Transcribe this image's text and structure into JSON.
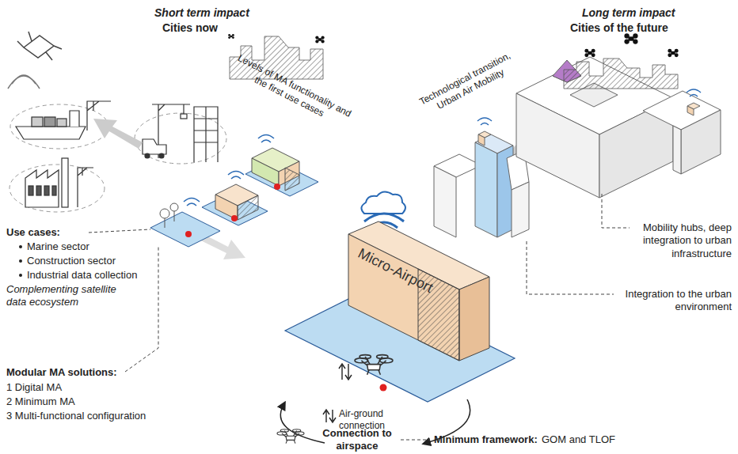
{
  "diagram": {
    "nodes": [
      {
        "text": [
          "Micro-Airport"
        ]
      }
    ],
    "labels": [
      "Short term impact",
      "Cities now",
      "Long term impact",
      "Cities of the future",
      "Levels of MA functionality and the first use cases",
      "Technological transition, Urban Air Mobility",
      "Use cases:",
      "Marine sector",
      "Construction sector",
      "Industrial data collection",
      "Complementing satellite data ecosystem",
      "Modular MA solutions:",
      "1 Digital MA",
      "2 Minimum MA",
      "3 Multi-functional configuration",
      "Air-ground connection",
      "Connection to airspace",
      "Minimum framework:",
      "GOM and TLOF",
      "Mobility hubs, deep integration to urban infrastructure",
      "Integration to the urban environment"
    ]
  }
}
